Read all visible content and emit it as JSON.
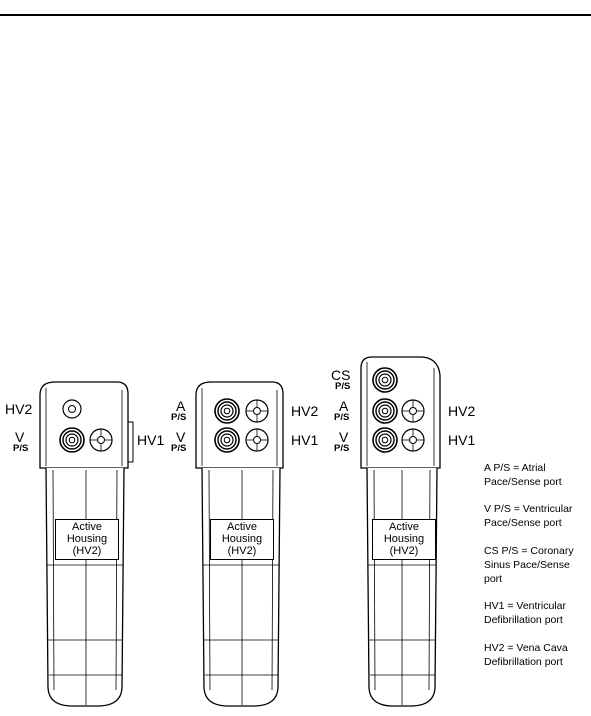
{
  "devices": [
    {
      "housing_label": [
        "Active",
        "Housing",
        "(HV2)"
      ],
      "left_labels": [
        {
          "main": "HV2",
          "sub": ""
        },
        {
          "main": "V",
          "sub": "P/S"
        }
      ],
      "right_labels": [
        "HV1"
      ]
    },
    {
      "housing_label": [
        "Active",
        "Housing",
        "(HV2)"
      ],
      "left_labels": [
        {
          "main": "A",
          "sub": "P/S"
        },
        {
          "main": "V",
          "sub": "P/S"
        }
      ],
      "right_labels": [
        "HV2",
        "HV1"
      ]
    },
    {
      "housing_label": [
        "Active",
        "Housing",
        "(HV2)"
      ],
      "left_labels": [
        {
          "main": "CS",
          "sub": "P/S"
        },
        {
          "main": "A",
          "sub": "P/S"
        },
        {
          "main": "V",
          "sub": "P/S"
        }
      ],
      "right_labels": [
        "HV2",
        "HV1"
      ]
    }
  ],
  "legend": [
    "A P/S = Atrial Pace/Sense port",
    "V P/S = Ventricular Pace/Sense port",
    "CS P/S = Coronary Sinus Pace/Sense port",
    "HV1 = Ventricular Defibrillation port",
    "HV2 = Vena Cava Defibrillation port"
  ]
}
